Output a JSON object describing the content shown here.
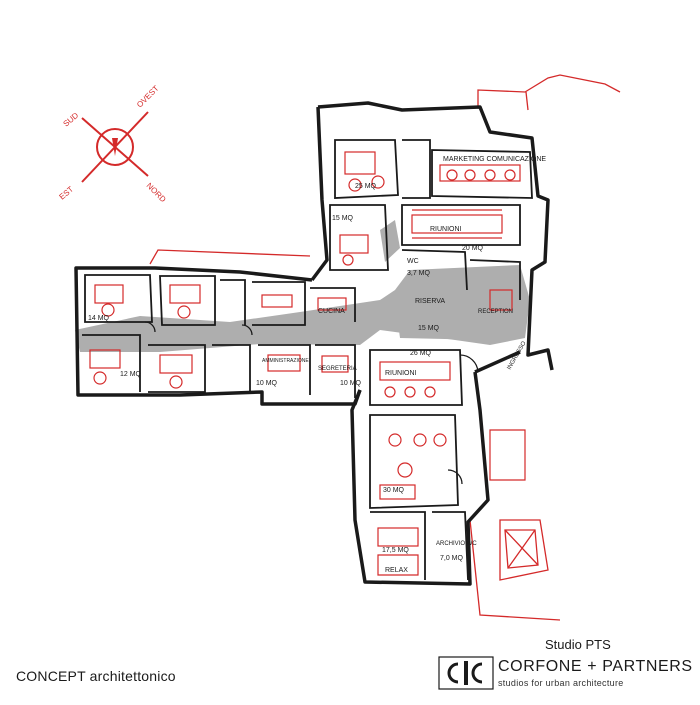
{
  "compass": {
    "labels": [
      "SUD",
      "OVEST",
      "NORD",
      "EST"
    ]
  },
  "rooms": [
    {
      "label": "MARKETING COMUNICAZIONE"
    },
    {
      "label": "RIUNIONI"
    },
    {
      "label": "WC"
    },
    {
      "label": "RISERVA"
    },
    {
      "label": "RECEPTION"
    },
    {
      "label": "CUCINA"
    },
    {
      "label": "AMMINISTRAZIONE"
    },
    {
      "label": "SEGRETERIA"
    },
    {
      "label": "RIUNIONI"
    },
    {
      "label": "INGRESSO"
    },
    {
      "label": "ARCHIVIO WC"
    },
    {
      "label": "RELAX"
    }
  ],
  "areas": [
    {
      "value": "25 MQ"
    },
    {
      "value": "15 MQ"
    },
    {
      "value": "20 MQ"
    },
    {
      "value": "3,7 MQ"
    },
    {
      "value": "14 MQ"
    },
    {
      "value": "12 MQ"
    },
    {
      "value": "10 MQ"
    },
    {
      "value": "10 MQ"
    },
    {
      "value": "26 MQ"
    },
    {
      "value": "15 MQ"
    },
    {
      "value": "30 MQ"
    },
    {
      "value": "17,5 MQ"
    },
    {
      "value": "7,0 MQ"
    }
  ],
  "footer": {
    "caption": "CONCEPT architettonico",
    "studio": "Studio PTS",
    "brand_name": "CORFONE + PARTNERS",
    "brand_tagline": "studios for urban architecture"
  },
  "colors": {
    "ink": "#1a1a1a",
    "accent_red": "#d42a2a",
    "corridor_gray": "#9a9a9a"
  }
}
